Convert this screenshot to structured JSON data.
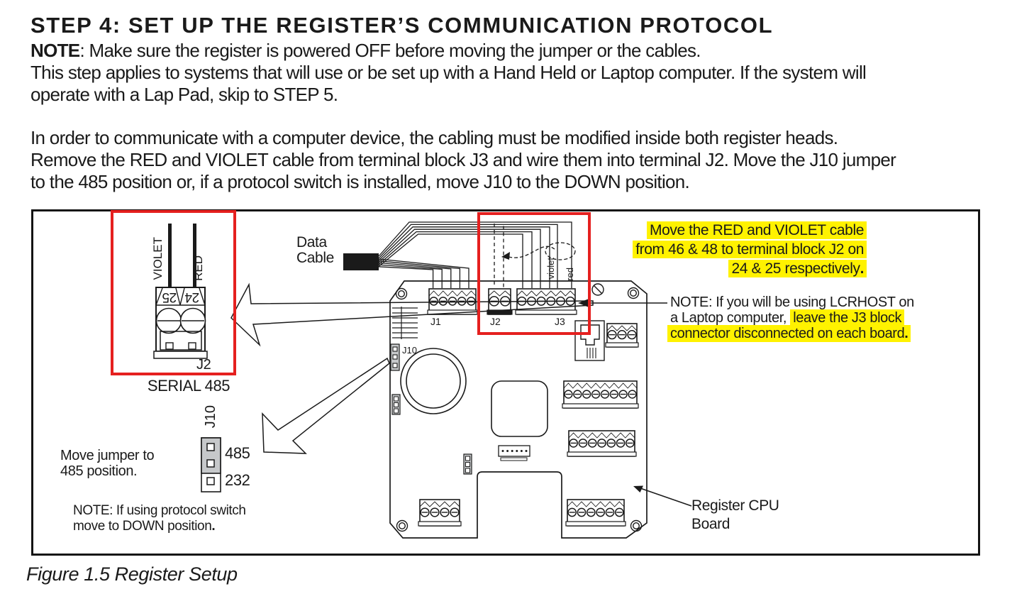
{
  "doc": {
    "title": "STEP 4: SET UP THE REGISTER’S COMMUNICATION PROTOCOL",
    "para1": {
      "note_label": "NOTE",
      "line1_rest": ": Make sure the register is powered OFF before moving the jumper or the cables.",
      "line2": "This step applies to systems that will use or be set up with a Hand Held or Laptop computer. If the system will",
      "line3": "operate with a Lap Pad, skip to STEP 5."
    },
    "para2": {
      "line1": "In order to communicate with a computer device, the cabling must be modified inside both register heads.",
      "line2": "Remove the RED and VIOLET cable from terminal block J3 and wire them into terminal J2. Move the J10 jumper",
      "line3": "to the 485 position or, if a protocol switch is installed, move J10 to the DOWN position."
    },
    "caption": "Figure 1.5 Register Setup"
  },
  "figure": {
    "detail_j2": {
      "wire_violet": "VIOLET",
      "wire_red": "RED",
      "pin_25": "25",
      "pin_24": "24",
      "label": "J2",
      "caption": "SERIAL 485"
    },
    "data_cable": {
      "line1": "Data",
      "line2": "Cable"
    },
    "board": {
      "j1": "J1",
      "j2": "J2",
      "j3": "J3",
      "j10": "J10",
      "wire_violet": "violet",
      "wire_red": "red"
    },
    "callout_move_cable": {
      "line1": "Move the RED and VIOLET cable",
      "line2": "from 46 & 48 to terminal block J2 on",
      "line3": "24 & 25 respectively",
      "period": "."
    },
    "callout_lcrhost": {
      "line1": "NOTE: If you will be using LCRHOST on",
      "line2_plain": "a Laptop computer, ",
      "line2_highlight": "leave the J3 block",
      "line3_highlight": "connector disconnected on each board",
      "period": "."
    },
    "jumper_detail": {
      "label": "J10",
      "pos_485": "485",
      "pos_232": "232",
      "move_line1": "Move jumper to",
      "move_line2": "485 position.",
      "note_line1": "NOTE: If using protocol switch",
      "note_line2": "move to DOWN position",
      "period": "."
    },
    "cpu_label": {
      "line1": "Register CPU",
      "line2": "Board"
    },
    "colors": {
      "highlight": "#fff200",
      "callout_box": "#e5201f"
    }
  }
}
